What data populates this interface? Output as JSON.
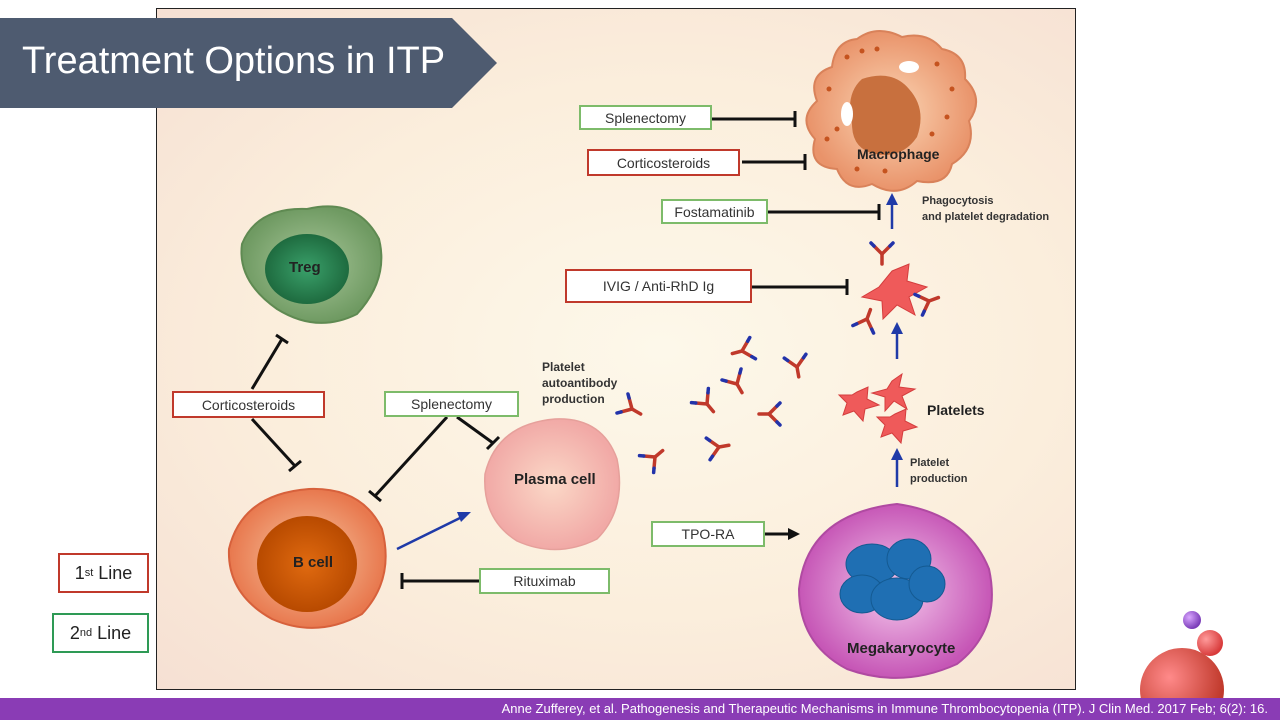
{
  "slide": {
    "title": "Treatment Options in ITP"
  },
  "diagram": {
    "cells": {
      "treg": "Treg",
      "b_cell": "B cell",
      "plasma_cell": "Plasma cell",
      "macrophage": "Macrophage",
      "megakaryocyte": "Megakaryocyte",
      "platelets": "Platelets"
    },
    "processes": {
      "autoantibody_1": "Platelet",
      "autoantibody_2": "autoantibody",
      "autoantibody_3": "production",
      "phagocytosis_1": "Phagocytosis",
      "phagocytosis_2": "and platelet degradation",
      "platelet_prod_1": "Platelet",
      "platelet_prod_2": "production"
    },
    "treatments": {
      "splenectomy_macrophage": "Splenectomy",
      "corticosteroids_macrophage": "Corticosteroids",
      "fostamatinib": "Fostamatinib",
      "ivig": "IVIG / Anti-RhD Ig",
      "corticosteroids_treg": "Corticosteroids",
      "splenectomy_plasma": "Splenectomy",
      "tpo_ra": "TPO-RA",
      "rituximab": "Rituximab"
    }
  },
  "legend": {
    "first_num": "1",
    "first_sup": "st",
    "first_word": "Line",
    "second_num": "2",
    "second_sup": "nd",
    "second_word": "Line"
  },
  "colors": {
    "first_line": "#c0392b",
    "second_line": "#7dbb6a",
    "title_bg": "#4e5b70",
    "footer_bg": "#8a3cb5"
  },
  "footer": {
    "citation": "Anne Zufferey, et al. Pathogenesis and Therapeutic Mechanisms in Immune Thrombocytopenia (ITP). J Clin Med. 2017 Feb; 6(2): 16."
  }
}
